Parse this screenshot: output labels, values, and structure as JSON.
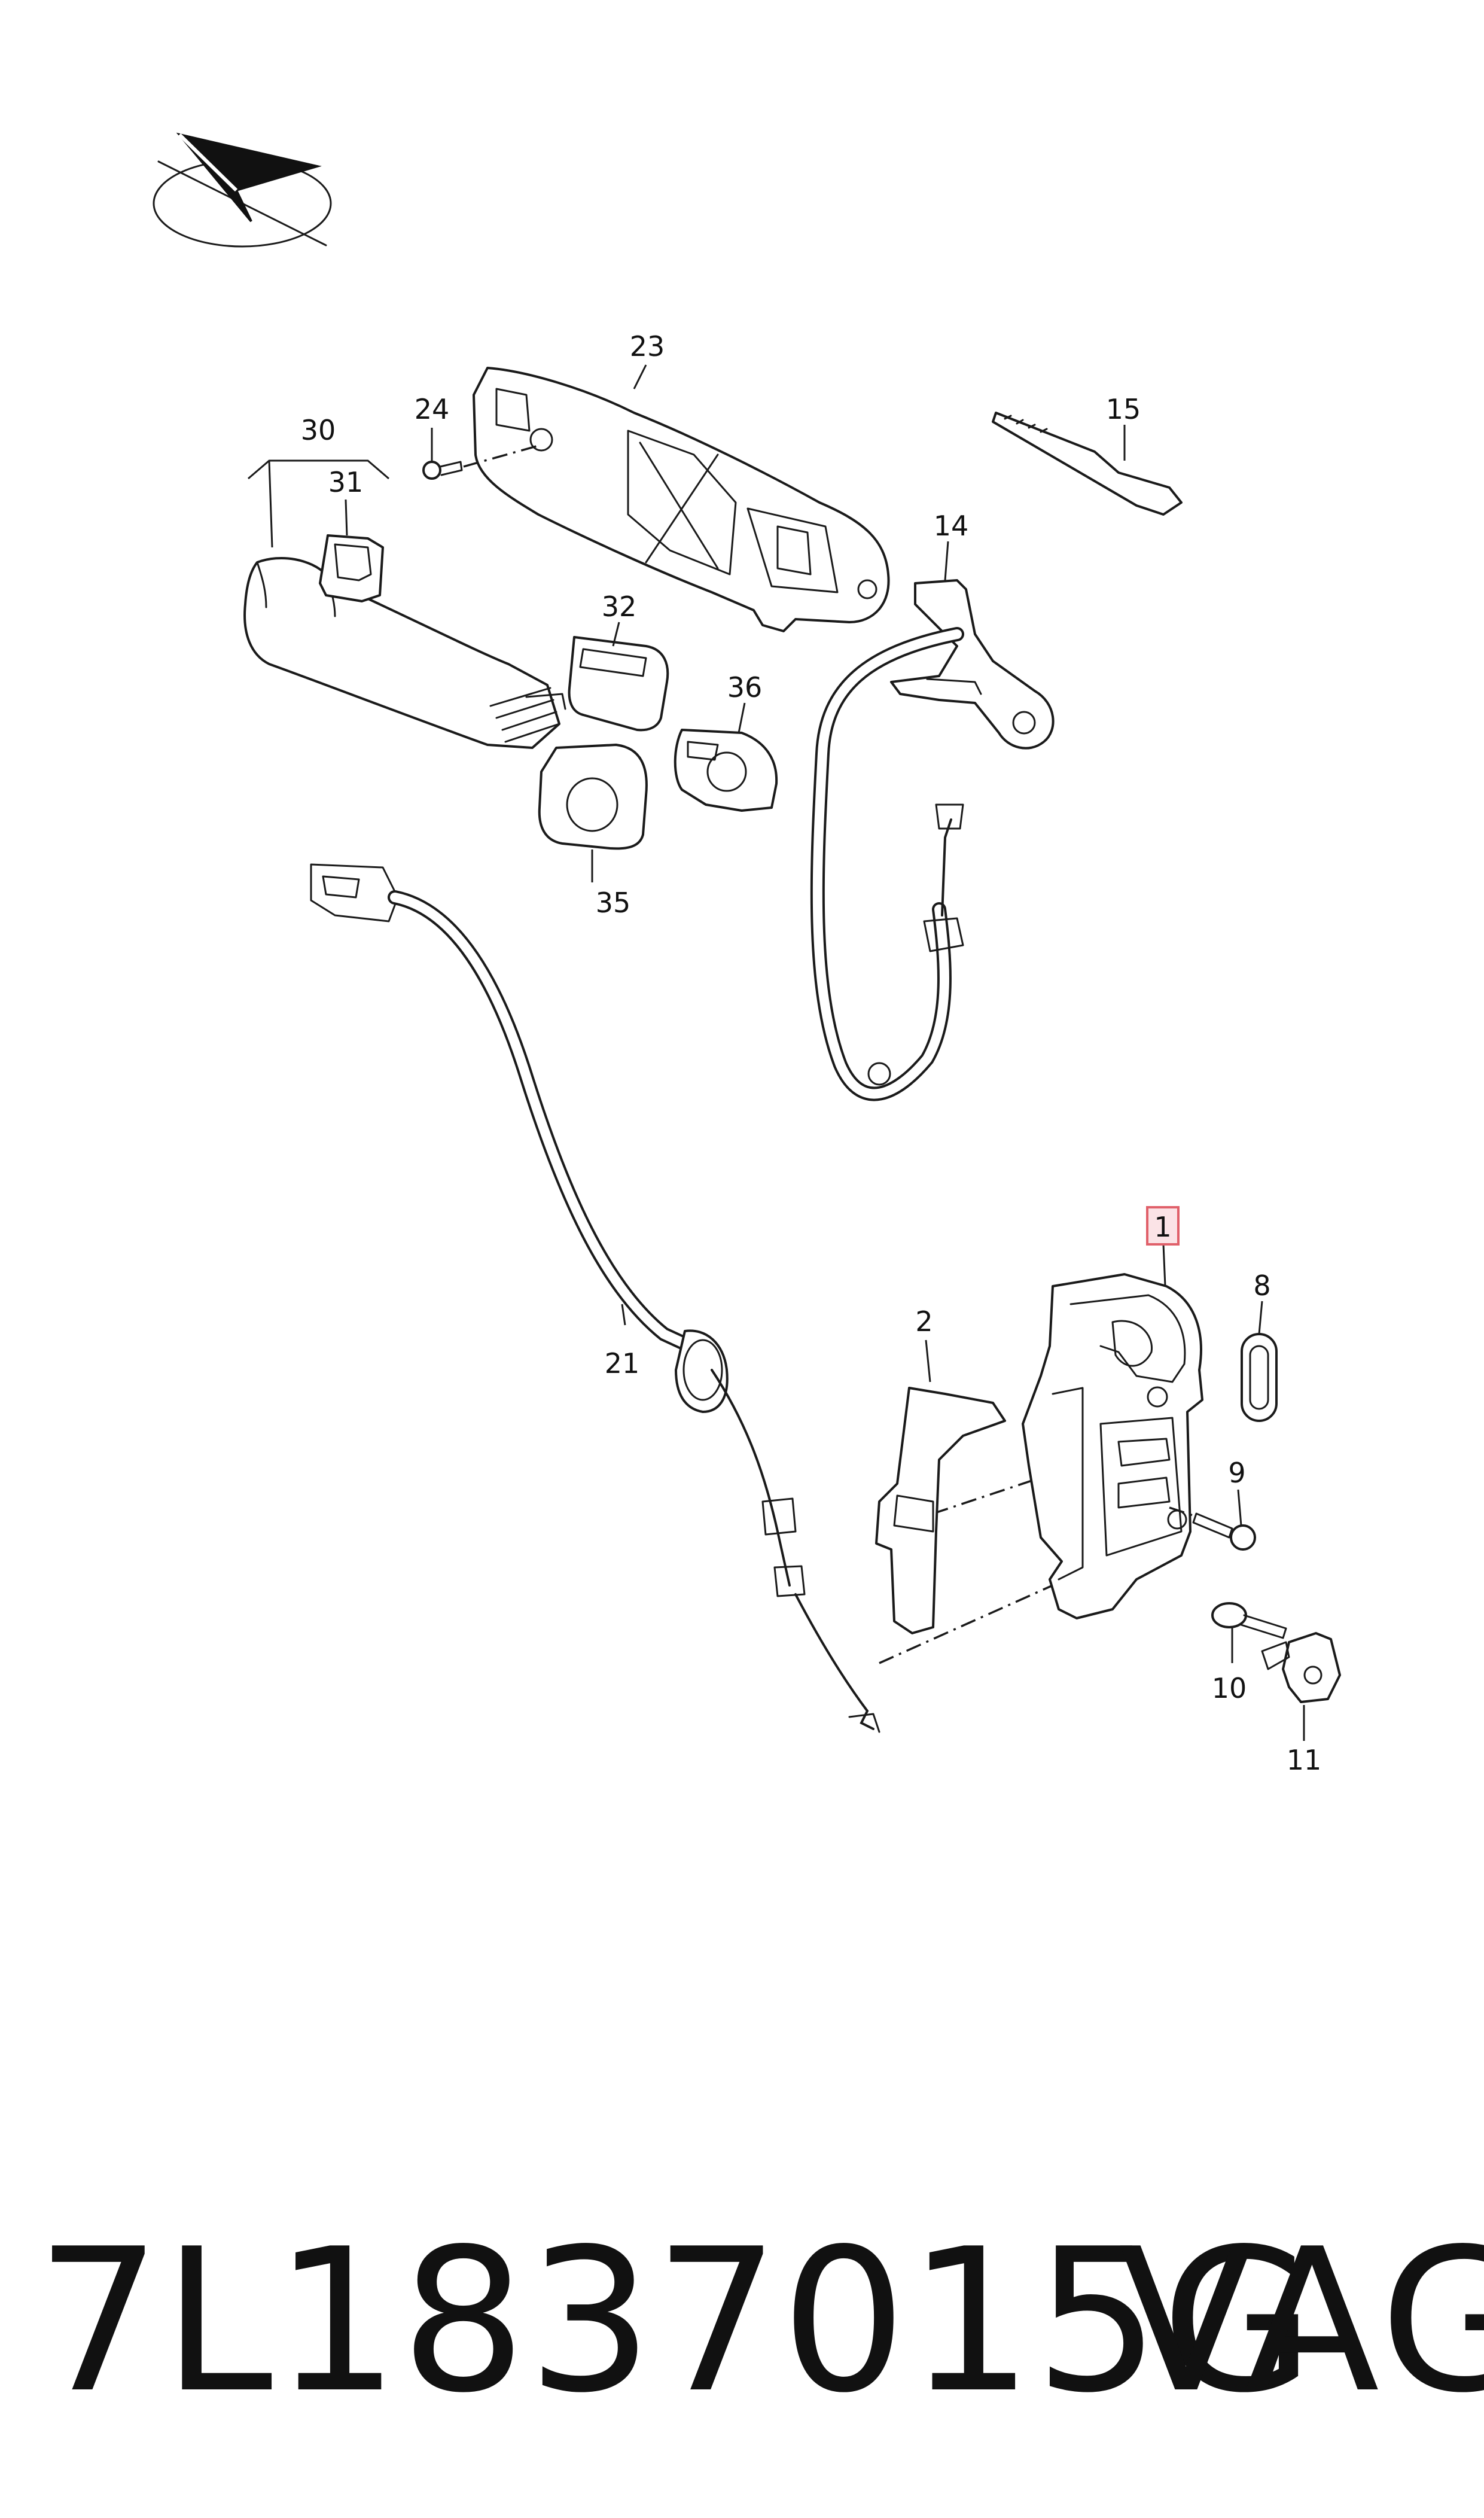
{
  "callouts": [
    {
      "id": "c1",
      "label": "1",
      "highlighted": true
    },
    {
      "id": "c2",
      "label": "2"
    },
    {
      "id": "c8",
      "label": "8"
    },
    {
      "id": "c9",
      "label": "9"
    },
    {
      "id": "c10",
      "label": "10"
    },
    {
      "id": "c11",
      "label": "11"
    },
    {
      "id": "c14",
      "label": "14"
    },
    {
      "id": "c15",
      "label": "15"
    },
    {
      "id": "c21",
      "label": "21"
    },
    {
      "id": "c23",
      "label": "23"
    },
    {
      "id": "c24",
      "label": "24"
    },
    {
      "id": "c30",
      "label": "30"
    },
    {
      "id": "c31",
      "label": "31"
    },
    {
      "id": "c32",
      "label": "32"
    },
    {
      "id": "c35",
      "label": "35"
    },
    {
      "id": "c36",
      "label": "36"
    }
  ],
  "footer": {
    "part_number": "7L1837015G",
    "brand": "VAG"
  },
  "colors": {
    "line": "#1a1a1a",
    "highlight_box": "#e0606a",
    "highlight_fill": "#fbe3e6",
    "background": "#ffffff"
  },
  "icons": {
    "orientation": "direction-arrow-icon"
  }
}
